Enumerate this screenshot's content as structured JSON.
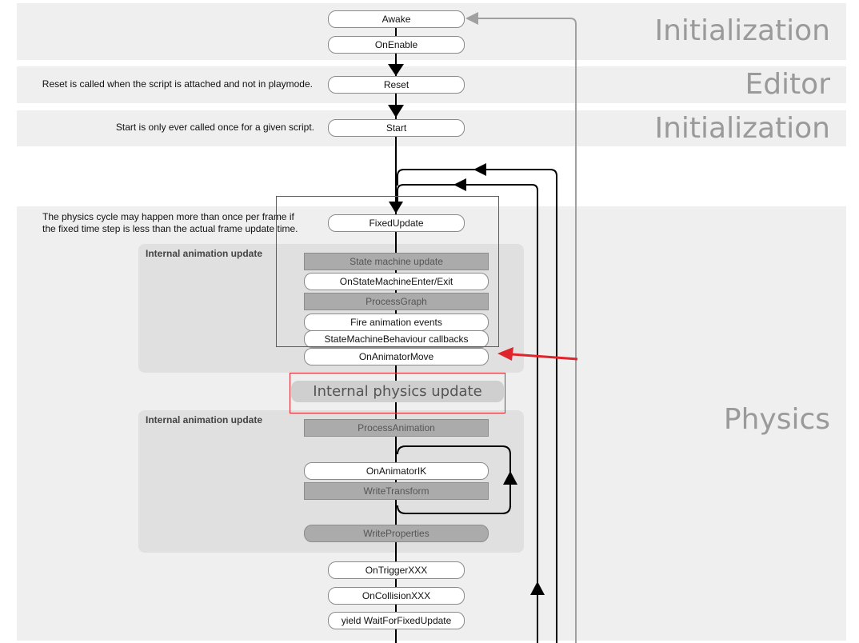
{
  "sections": {
    "init_top": "Initialization",
    "editor": "Editor",
    "init_start": "Initialization",
    "physics": "Physics"
  },
  "nodes": {
    "awake": "Awake",
    "on_enable": "OnEnable",
    "reset": "Reset",
    "start": "Start",
    "fixed_update": "FixedUpdate",
    "on_state_machine_enter_exit": "OnStateMachineEnter/Exit",
    "fire_animation_events": "Fire animation events",
    "state_machine_behaviour_callbacks": "StateMachineBehaviour callbacks",
    "on_animator_move": "OnAnimatorMove",
    "on_animator_ik": "OnAnimatorIK",
    "on_trigger": "OnTriggerXXX",
    "on_collision": "OnCollisionXXX",
    "yield_wait_for_fixed_update": "yield WaitForFixedUpdate"
  },
  "internal_steps": {
    "state_machine_update": "State machine update",
    "process_graph": "ProcessGraph",
    "process_animation": "ProcessAnimation",
    "write_transform": "WriteTransform",
    "write_properties": "WriteProperties"
  },
  "internal_physics_update": "Internal physics update",
  "groups": {
    "animation_update_1": "Internal animation update",
    "animation_update_2": "Internal animation update"
  },
  "notes": {
    "reset_note": "Reset is called when the script is attached and not in playmode.",
    "start_note": "Start is only ever called once for a given script.",
    "physics_note_line1": "The physics cycle may happen more than once per frame if",
    "physics_note_line2": "the fixed time step is less than the actual frame update time."
  },
  "colors": {
    "band": "#efefef",
    "group": "#e0e0e0",
    "internal_step": "#ababab",
    "highlight": "#e0242b",
    "section_label": "#9a9a9a",
    "loop_arrow_gray": "#a0a0a0"
  }
}
